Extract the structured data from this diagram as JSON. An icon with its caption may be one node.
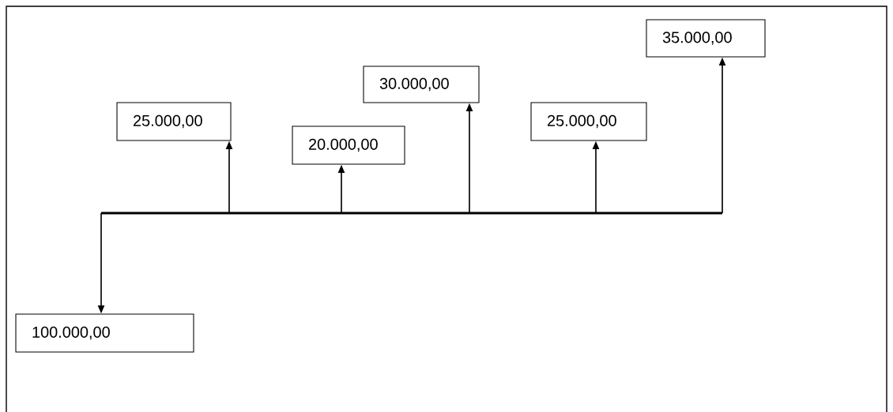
{
  "diagram": {
    "nodes": [
      {
        "text": [],
        "shape": "bar"
      },
      {
        "text": [
          "100.000,00"
        ]
      },
      {
        "text": [
          "25.000,00"
        ]
      },
      {
        "text": [
          "20.000,00"
        ]
      },
      {
        "text": [
          "30.000,00"
        ]
      },
      {
        "text": [
          "25.000,00"
        ]
      },
      {
        "text": [
          "35.000,00"
        ]
      }
    ],
    "edges": [
      {
        "from": 0,
        "to": 1,
        "arrow": "to"
      },
      {
        "from": 0,
        "to": 2,
        "arrow": "to"
      },
      {
        "from": 0,
        "to": 3,
        "arrow": "to"
      },
      {
        "from": 0,
        "to": 4,
        "arrow": "to"
      },
      {
        "from": 0,
        "to": 5,
        "arrow": "to"
      },
      {
        "from": 0,
        "to": 6,
        "arrow": "to"
      }
    ]
  }
}
